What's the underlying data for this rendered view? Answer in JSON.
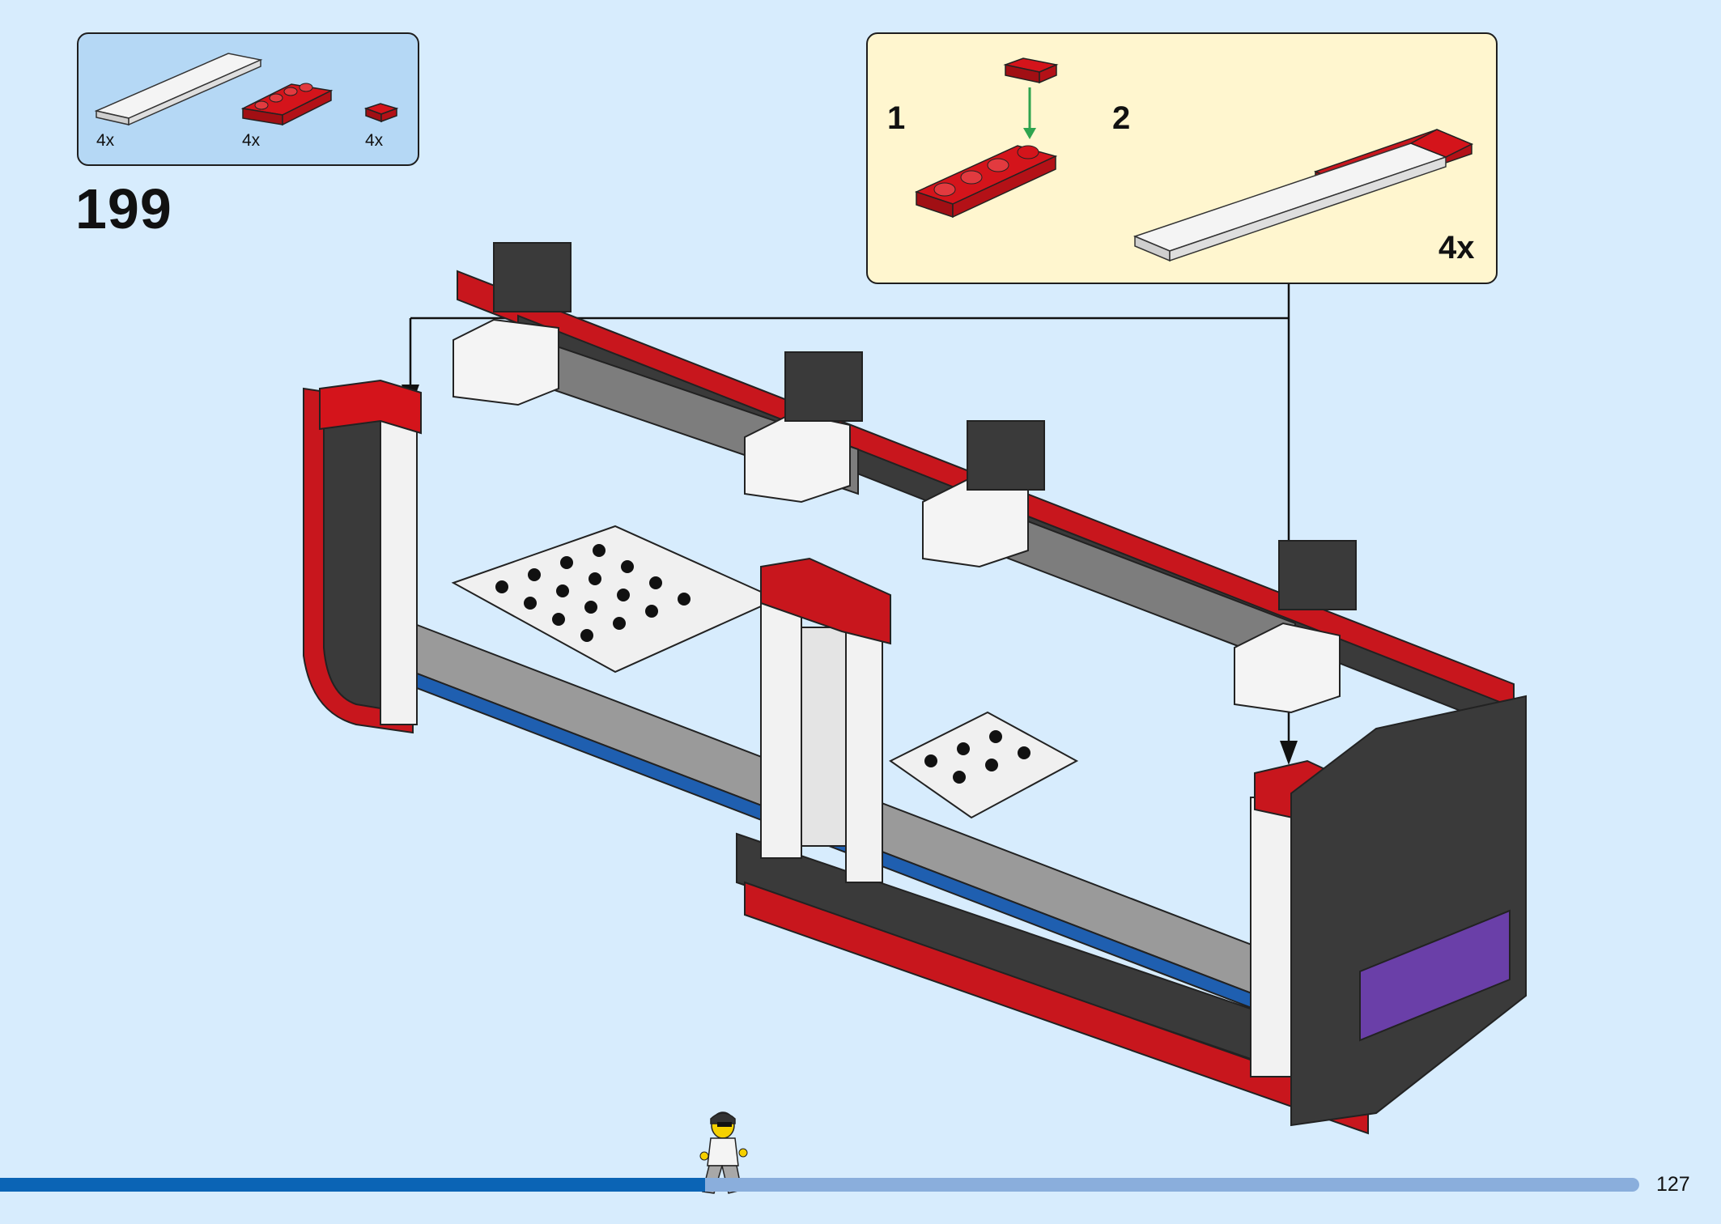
{
  "parts_list": {
    "items": [
      {
        "part": "white-tile-1x8",
        "color": "#f2f2f2",
        "quantity": "4x"
      },
      {
        "part": "red-plate-1x4",
        "color": "#c8161d",
        "quantity": "4x"
      },
      {
        "part": "red-tile-1x1",
        "color": "#c8161d",
        "quantity": "4x"
      }
    ]
  },
  "step": {
    "number": "199"
  },
  "sub_assembly": {
    "steps": [
      {
        "number": "1"
      },
      {
        "number": "2"
      }
    ],
    "multiplier": "4x",
    "arrow_color": "#2ea44f"
  },
  "page": {
    "number": "127"
  },
  "progress": {
    "fraction": 0.43
  },
  "colors": {
    "background": "#d7ecfd",
    "lego_red": "#c8161d",
    "lego_dark_gray": "#3a3a3a",
    "lego_light_gray": "#9a9a9a",
    "lego_blue": "#1f5fb0",
    "lego_purple": "#6a3fa8",
    "progress_fill": "#0b64b5",
    "progress_track": "#8aaedc"
  }
}
